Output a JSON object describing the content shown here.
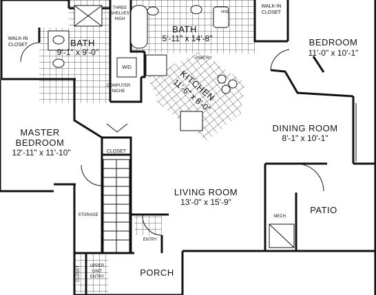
{
  "rooms": {
    "master_bedroom": {
      "name_line1": "MASTER",
      "name_line2": "BEDROOM",
      "dims": "12'-11\" x 11'-10\""
    },
    "bedroom": {
      "name": "BEDROOM",
      "dims": "11'-0\" x 10'-1\""
    },
    "bath_left": {
      "name": "BATH",
      "dims": "9'-1\" x 9'-0\""
    },
    "bath_right": {
      "name": "BATH",
      "dims": "5'-11\" x 14'-8\""
    },
    "kitchen": {
      "name": "KITCHEN",
      "dims": "11'-6\" x 8'-0\""
    },
    "dining_room": {
      "name": "DINING ROOM",
      "dims": "8'-1\" x 10'-1\""
    },
    "living_room": {
      "name": "LIVING ROOM",
      "dims": "13'-0\" x 15'-9\""
    },
    "patio": {
      "name": "PATIO"
    },
    "porch": {
      "name": "PORCH"
    }
  },
  "labels": {
    "walk_in_closet_left_1": "WALK-IN",
    "walk_in_closet_left_2": "CLOSET",
    "walk_in_closet_right_1": "WALK-IN",
    "walk_in_closet_right_2": "CLOSET",
    "three_shelves_1": "THREE",
    "three_shelves_2": "SHELVES",
    "three_shelves_3": "HIGH",
    "washer_dryer": "W/D",
    "pantry": "PANTRY",
    "computer_niche_1": "COMPUTER",
    "computer_niche_2": "NICHE",
    "closet_mid": "CLOSET",
    "closet_bottom": "CLOSET",
    "storage": "STORAGE",
    "mech": "MECH.",
    "entry": "ENTRY",
    "upper_unit_1": "UPPER",
    "upper_unit_2": "UNIT",
    "upper_unit_3": "ENTRY",
    "hw": "H/W"
  }
}
